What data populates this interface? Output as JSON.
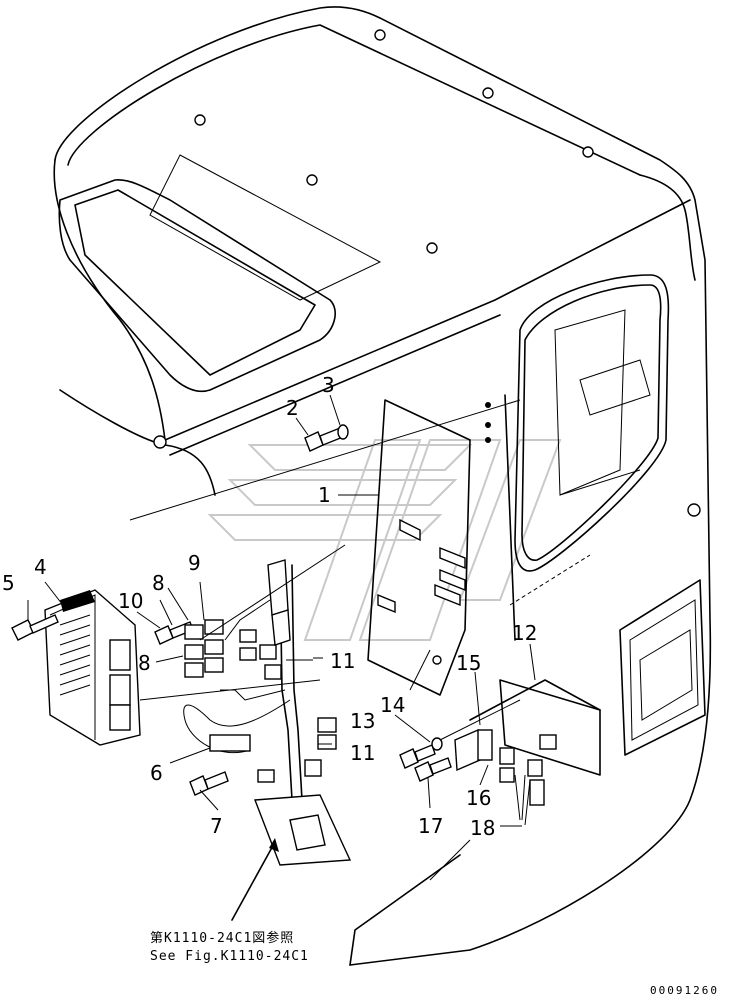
{
  "callouts": [
    {
      "id": "1",
      "label": "1"
    },
    {
      "id": "2",
      "label": "2"
    },
    {
      "id": "3",
      "label": "3"
    },
    {
      "id": "4",
      "label": "4"
    },
    {
      "id": "5",
      "label": "5"
    },
    {
      "id": "6",
      "label": "6"
    },
    {
      "id": "7",
      "label": "7"
    },
    {
      "id": "8a",
      "label": "8"
    },
    {
      "id": "8b",
      "label": "8"
    },
    {
      "id": "9",
      "label": "9"
    },
    {
      "id": "10",
      "label": "10"
    },
    {
      "id": "11a",
      "label": "11"
    },
    {
      "id": "11b",
      "label": "11"
    },
    {
      "id": "12",
      "label": "12"
    },
    {
      "id": "13",
      "label": "13"
    },
    {
      "id": "14",
      "label": "14"
    },
    {
      "id": "15",
      "label": "15"
    },
    {
      "id": "16",
      "label": "16"
    },
    {
      "id": "17",
      "label": "17"
    },
    {
      "id": "18",
      "label": "18"
    }
  ],
  "reference_note": {
    "line1": "第K1110-24C1図参照",
    "line2": "See Fig.K1110-24C1"
  },
  "drawing_code": "00091260"
}
